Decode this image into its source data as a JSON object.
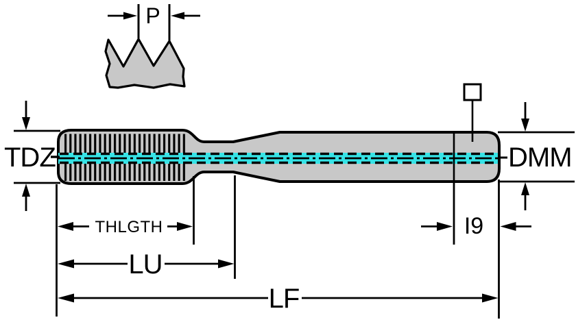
{
  "drawing": {
    "type": "technical-dimension-diagram",
    "subject": "machine tap with threaded section, neck, shank and square drive end",
    "labels": {
      "pitch": "P",
      "thread_diameter": "TDZ",
      "shank_diameter": "DMM",
      "thread_length": "THLGTH",
      "usable_length": "LU",
      "overall_length": "LF",
      "square_length": "I9"
    },
    "icons": {
      "square_drive_symbol": "□"
    },
    "colors": {
      "body_fill": "#c8c8c8",
      "outline": "#000000",
      "coolant_centerline": "#36e3e6",
      "background": "#ffffff"
    }
  }
}
